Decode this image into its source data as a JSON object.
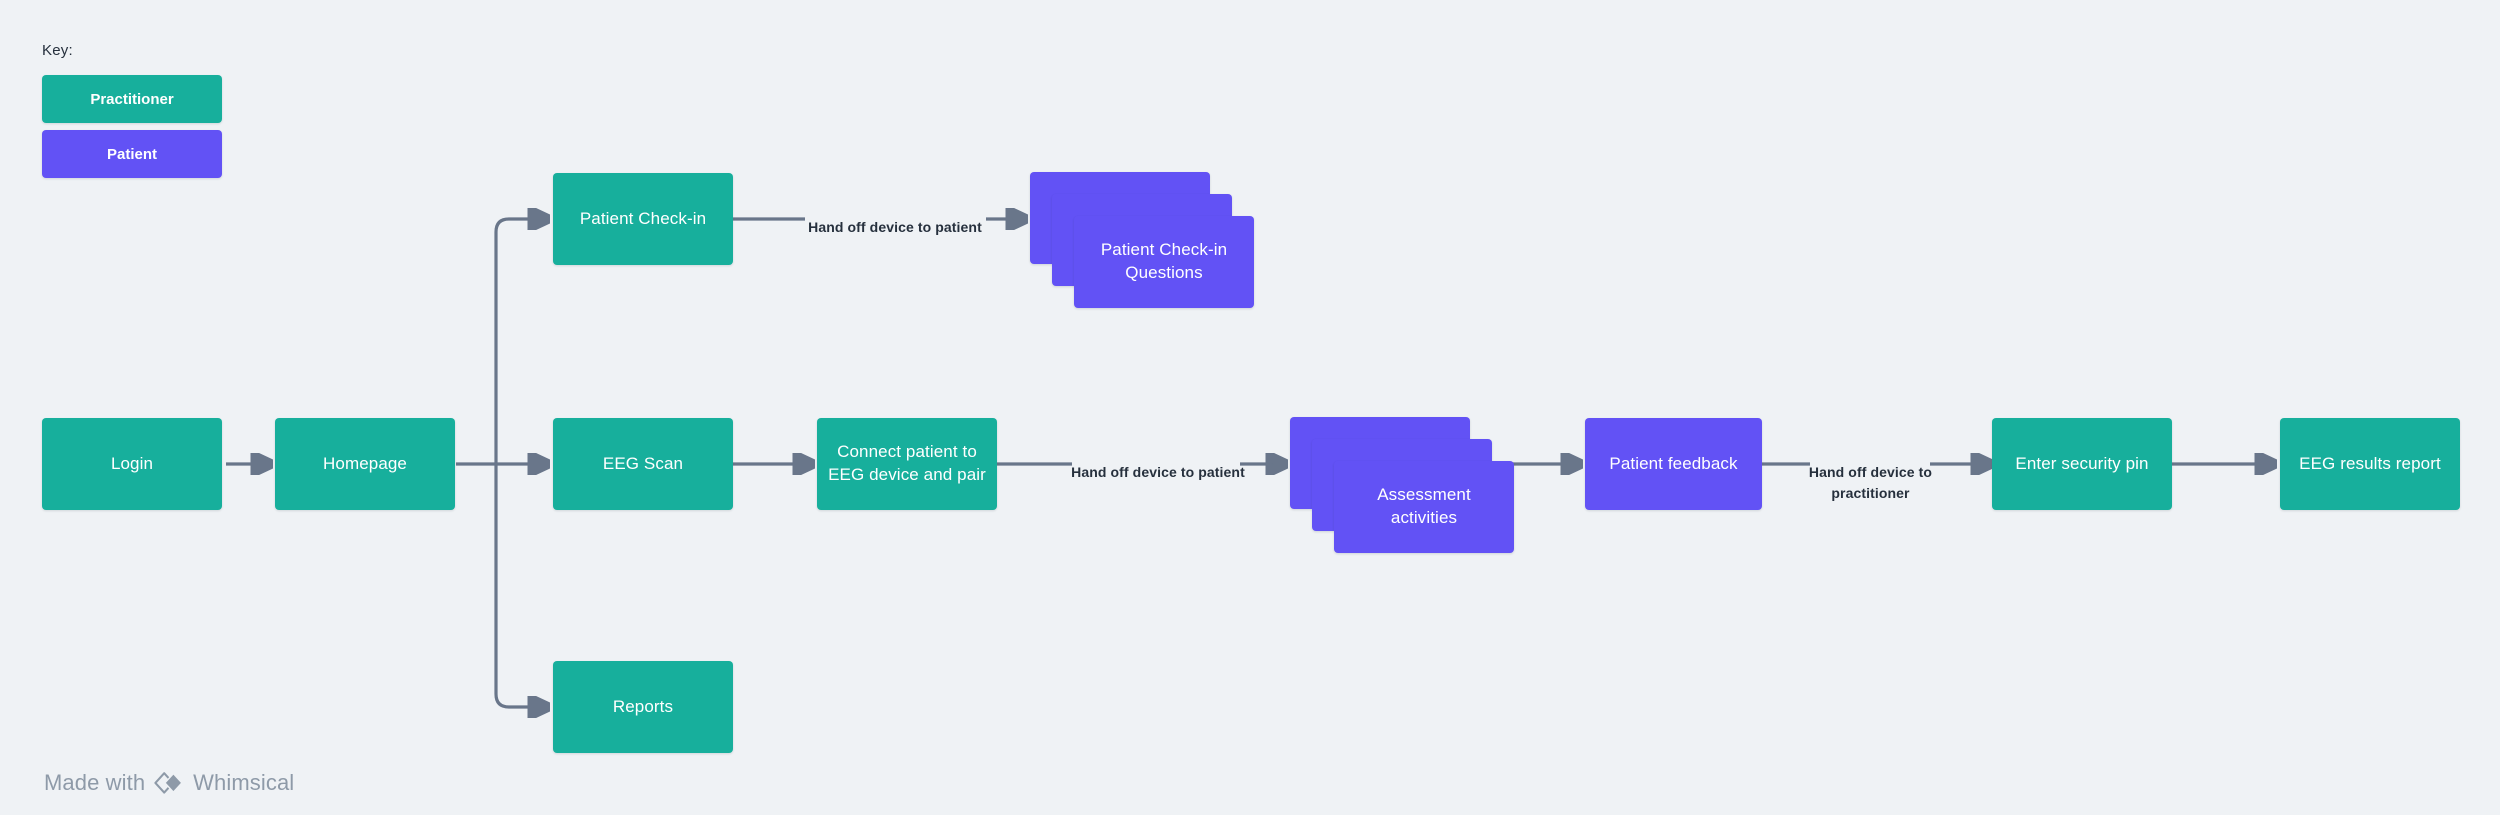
{
  "legend": {
    "title": "Key:",
    "items": [
      {
        "label": "Practitioner",
        "color": "#17af9c"
      },
      {
        "label": "Patient",
        "color": "#6252f5"
      }
    ]
  },
  "colors": {
    "background": "#eff2f5",
    "practitioner": "#17af9c",
    "patient": "#6252f5",
    "connector": "#69768a",
    "label_text": "#26303d",
    "footer_text": "#8e9aa8"
  },
  "diagram": {
    "type": "flowchart",
    "nodes": [
      {
        "id": "login",
        "label": "Login",
        "role": "Practitioner",
        "shape": "box",
        "row": "middle"
      },
      {
        "id": "homepage",
        "label": "Homepage",
        "role": "Practitioner",
        "shape": "box",
        "row": "middle"
      },
      {
        "id": "patient-checkin",
        "label": "Patient Check-in",
        "role": "Practitioner",
        "shape": "box",
        "row": "top"
      },
      {
        "id": "checkin-questions",
        "label": "Patient Check-in Questions",
        "role": "Patient",
        "shape": "stack",
        "row": "top"
      },
      {
        "id": "eeg-scan",
        "label": "EEG Scan",
        "role": "Practitioner",
        "shape": "box",
        "row": "middle"
      },
      {
        "id": "connect-eeg",
        "label": "Connect patient to EEG device and pair",
        "role": "Practitioner",
        "shape": "box",
        "row": "middle"
      },
      {
        "id": "assessment",
        "label": "Assessment activities",
        "role": "Patient",
        "shape": "stack",
        "row": "middle"
      },
      {
        "id": "patient-feedback",
        "label": "Patient feedback",
        "role": "Patient",
        "shape": "box",
        "row": "middle"
      },
      {
        "id": "security-pin",
        "label": "Enter security pin",
        "role": "Practitioner",
        "shape": "box",
        "row": "middle"
      },
      {
        "id": "results-report",
        "label": "EEG results report",
        "role": "Practitioner",
        "shape": "box",
        "row": "middle"
      },
      {
        "id": "reports",
        "label": "Reports",
        "role": "Practitioner",
        "shape": "box",
        "row": "bottom"
      }
    ],
    "edges": [
      {
        "from": "login",
        "to": "homepage",
        "label": ""
      },
      {
        "from": "homepage",
        "to": "patient-checkin",
        "label": ""
      },
      {
        "from": "homepage",
        "to": "eeg-scan",
        "label": ""
      },
      {
        "from": "homepage",
        "to": "reports",
        "label": ""
      },
      {
        "from": "patient-checkin",
        "to": "checkin-questions",
        "label": "Hand off device\nto patient"
      },
      {
        "from": "eeg-scan",
        "to": "connect-eeg",
        "label": ""
      },
      {
        "from": "connect-eeg",
        "to": "assessment",
        "label": "Hand off device\nto patient"
      },
      {
        "from": "assessment",
        "to": "patient-feedback",
        "label": ""
      },
      {
        "from": "patient-feedback",
        "to": "security-pin",
        "label": "Hand off device\nto practitioner"
      },
      {
        "from": "security-pin",
        "to": "results-report",
        "label": ""
      }
    ]
  },
  "labels": {
    "node_login": "Login",
    "node_homepage": "Homepage",
    "node_patient_checkin": "Patient Check-in",
    "node_checkin_questions": "Patient Check-in Questions",
    "node_eeg_scan": "EEG Scan",
    "node_connect_eeg": "Connect patient to EEG device and pair",
    "node_assessment": "Assessment activities",
    "node_patient_feedback": "Patient feedback",
    "node_security_pin": "Enter security pin",
    "node_results_report": "EEG results report",
    "node_reports": "Reports",
    "edge_handoff_patient_top": "Hand off device to patient",
    "edge_handoff_patient_mid": "Hand off device to patient",
    "edge_handoff_practitioner": "Hand off device to practitioner"
  },
  "footer": {
    "made_with": "Made with",
    "brand": "Whimsical",
    "logo_icon": "whimsical-diamond-icon"
  }
}
